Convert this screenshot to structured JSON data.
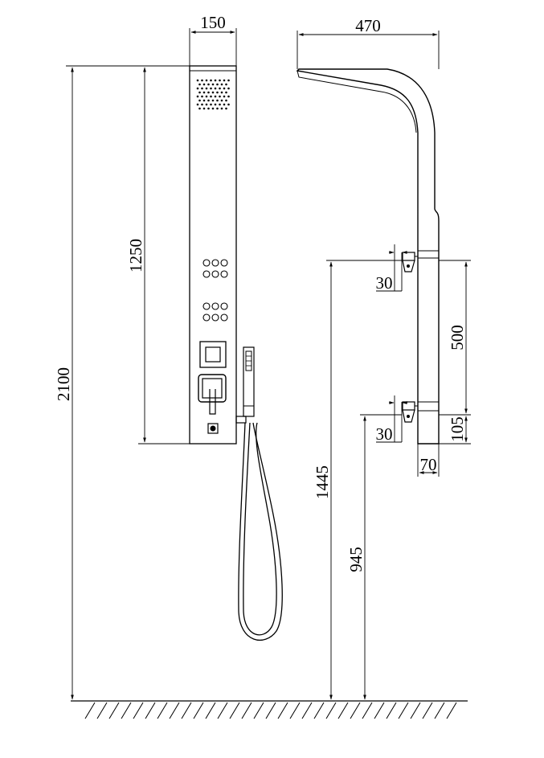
{
  "diagram": {
    "dimensions": {
      "panel_width": "150",
      "overall_height": "2100",
      "panel_height": "1250",
      "side_depth": "470",
      "jet_spacing": "500",
      "jet_offset_upper": "30",
      "jet_offset_lower": "30",
      "bottom_offset": "105",
      "base_depth": "70",
      "upper_jet_height": "1445",
      "lower_jet_height": "945"
    }
  }
}
